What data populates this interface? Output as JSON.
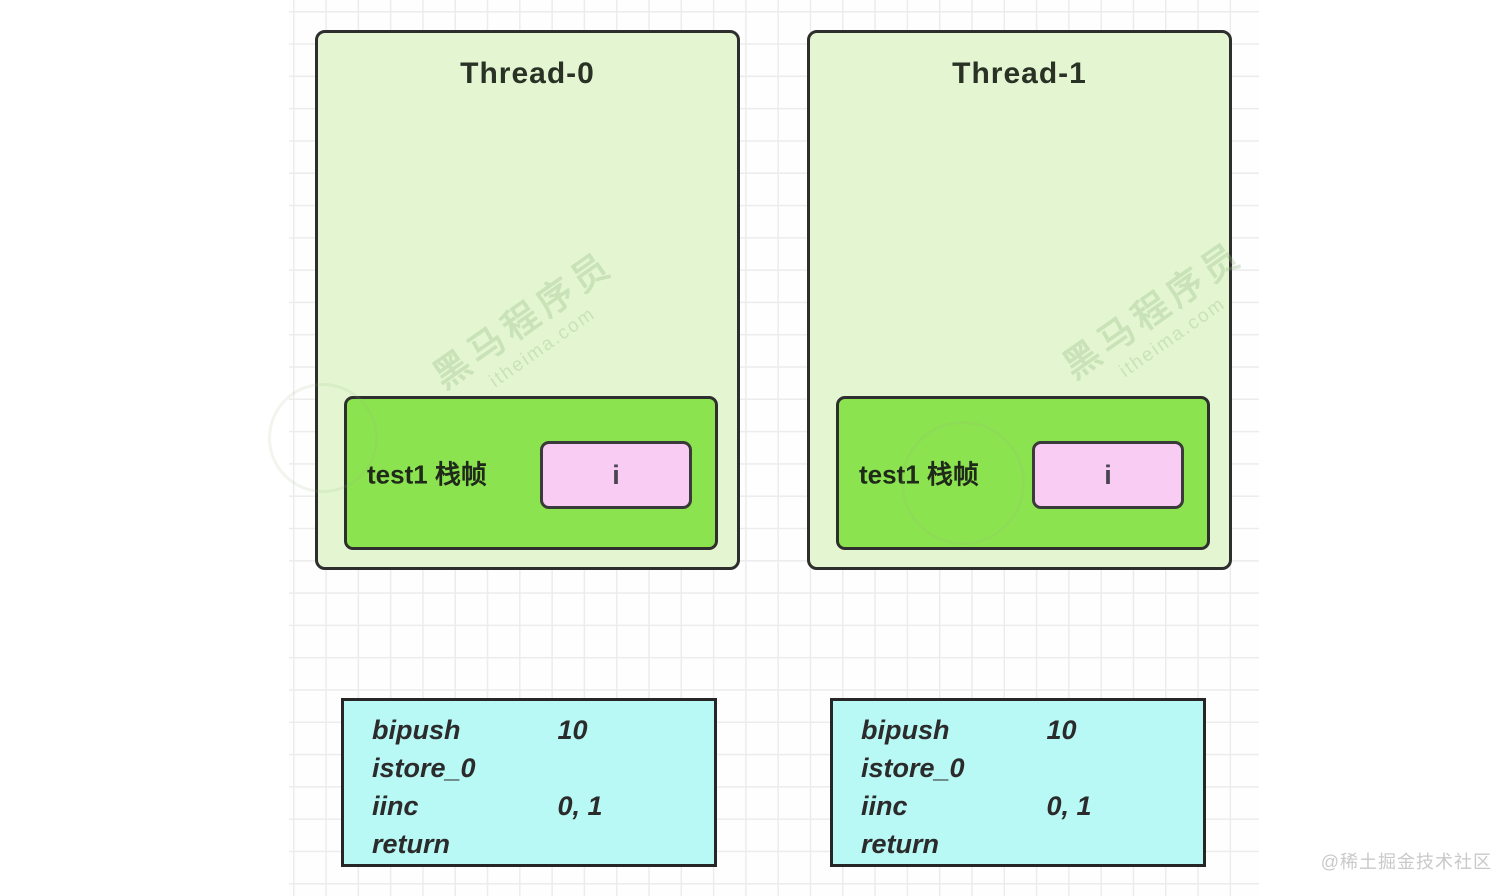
{
  "diagram": {
    "threads": [
      {
        "title": "Thread-0",
        "frame_label": "test1 栈帧",
        "slot_label": "i",
        "bytecode": [
          {
            "op": "bipush",
            "arg": "10"
          },
          {
            "op": "istore_0",
            "arg": ""
          },
          {
            "op": "iinc",
            "arg": "0, 1"
          },
          {
            "op": "return",
            "arg": ""
          }
        ]
      },
      {
        "title": "Thread-1",
        "frame_label": "test1 栈帧",
        "slot_label": "i",
        "bytecode": [
          {
            "op": "bipush",
            "arg": "10"
          },
          {
            "op": "istore_0",
            "arg": ""
          },
          {
            "op": "iinc",
            "arg": "0, 1"
          },
          {
            "op": "return",
            "arg": ""
          }
        ]
      }
    ],
    "watermark": {
      "line1": "黑马程序员",
      "line2": "itheima.com"
    },
    "credit": "@稀土掘金技术社区",
    "colors": {
      "thread_box_fill": "#e3f6d1",
      "frame_fill": "#8ce350",
      "slot_fill": "#f9cdf3",
      "bytecode_fill": "#b8f8f5",
      "border": "#2e2e2e",
      "grid_line": "#ececec",
      "credit_text": "#c9c9c9"
    }
  }
}
